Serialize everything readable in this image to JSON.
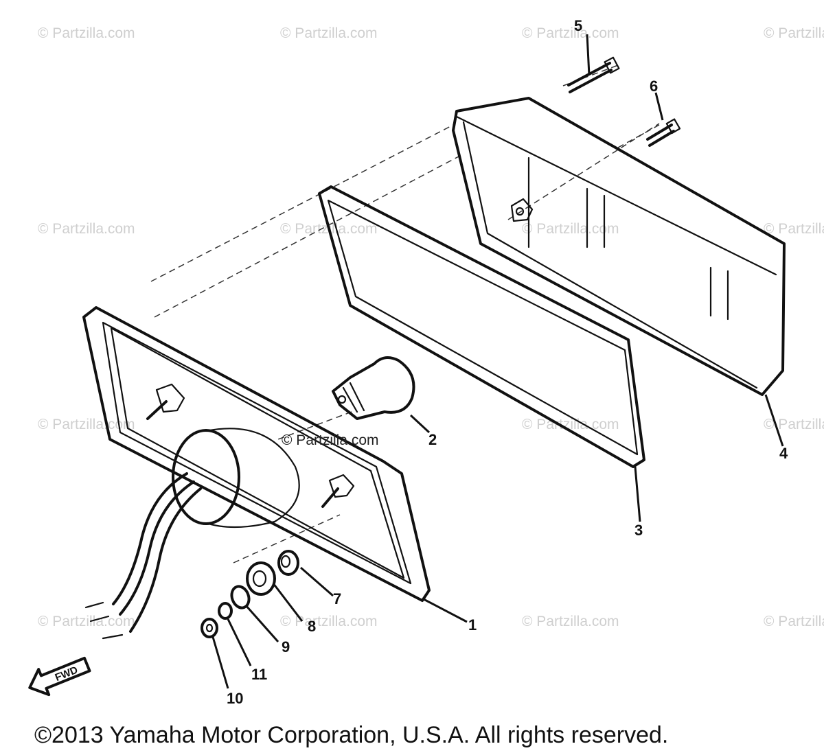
{
  "watermark": "© Partzilla.com",
  "center_watermark": "© Partzilla.com",
  "copyright": "©2013 Yamaha Motor Corporation, U.S.A. All rights reserved.",
  "fwd_label": "FWD",
  "callouts": {
    "p1": "1",
    "p2": "2",
    "p3": "3",
    "p4": "4",
    "p5": "5",
    "p6": "6",
    "p7": "7",
    "p8": "8",
    "p9": "9",
    "p10": "10",
    "p11": "11"
  }
}
